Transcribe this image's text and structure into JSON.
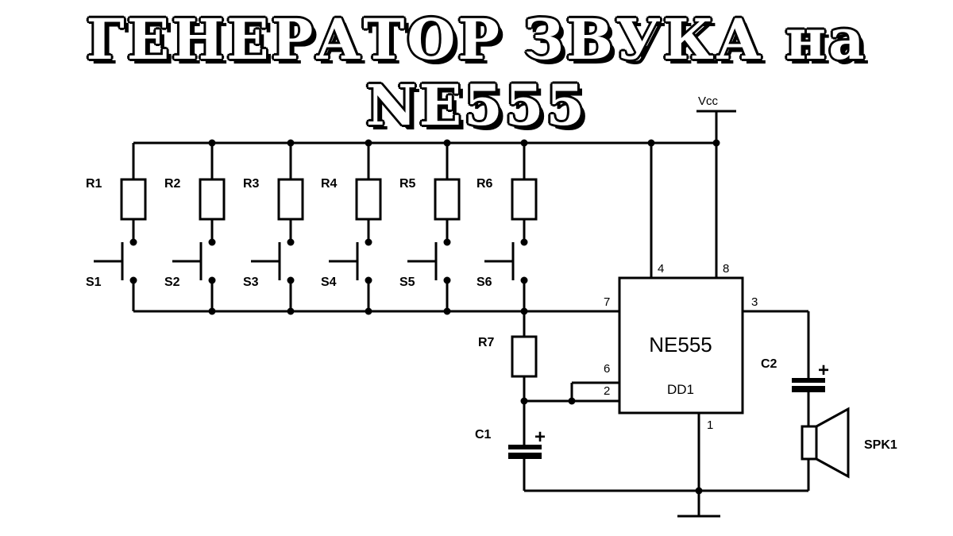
{
  "title": "ГЕНЕРАТОР ЗВУКА на NE555",
  "schematic": {
    "supply_label": "Vcc",
    "resistors": [
      "R1",
      "R2",
      "R3",
      "R4",
      "R5",
      "R6"
    ],
    "switches": [
      "S1",
      "S2",
      "S3",
      "S4",
      "S5",
      "S6"
    ],
    "r7": "R7",
    "c1": "C1",
    "c2": "C2",
    "speaker": "SPK1",
    "plus_sign": "+",
    "ic": {
      "name": "NE555",
      "designator": "DD1",
      "pins": {
        "p4": "4",
        "p8": "8",
        "p7": "7",
        "p3": "3",
        "p6": "6",
        "p2": "2",
        "p1": "1"
      }
    }
  }
}
